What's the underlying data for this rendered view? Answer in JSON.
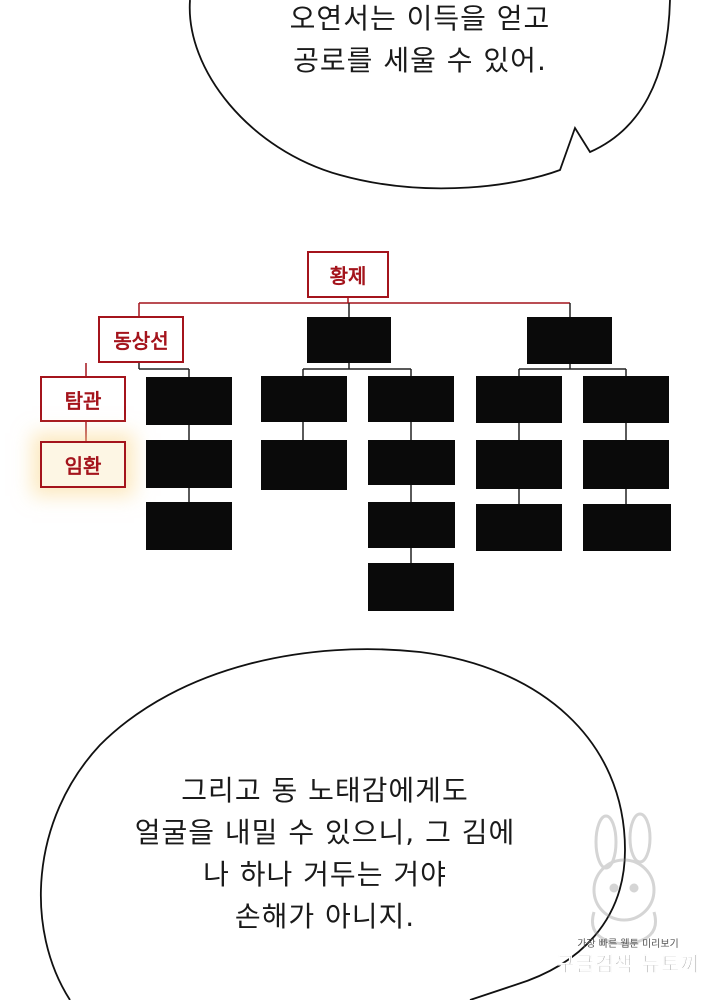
{
  "bubble_top": {
    "lines": [
      "오연서는 이득을 얻고",
      "공로를 세울 수 있어."
    ]
  },
  "chart": {
    "emperor": "황제",
    "dongsangseon": "동상선",
    "tamgwan": "탐관",
    "imhwan": "임환"
  },
  "bubble_bottom": {
    "lines": [
      "그리고 동 노태감에게도",
      "얼굴을 내밀 수 있으니, 그 김에",
      "나 하나 거두는 거야",
      "손해가 아니지."
    ]
  },
  "watermark": {
    "small": "가장 빠른 웹툰 미리보기",
    "big": "구글검색 뉴토끼"
  },
  "colors": {
    "node_red": "#a4141c",
    "node_black": "#0a0a0a",
    "glow": "#fad78c"
  }
}
